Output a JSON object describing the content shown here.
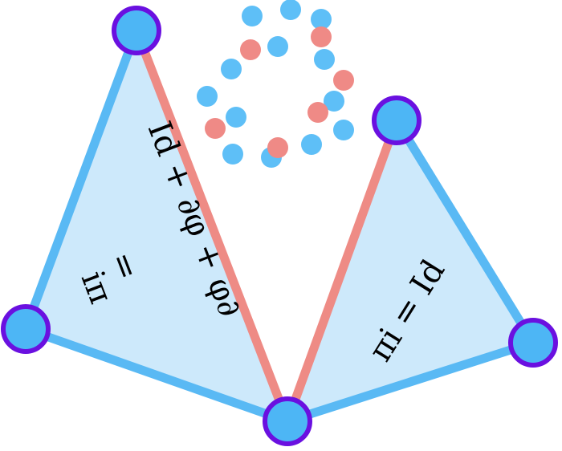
{
  "colors": {
    "fill": "#cde9fb",
    "blue_edge": "#59b9f4",
    "red_edge": "#ee8b85",
    "node_fill": "#4db6f5",
    "node_stroke": "#6a10e0",
    "dot_blue": "#5ebff7",
    "dot_red": "#ef8a86"
  },
  "formulas": {
    "left_line1": "Id + ∂φ + φ∂",
    "left_line2": "=",
    "left_line3": "iπ",
    "right": "πi = Id"
  }
}
